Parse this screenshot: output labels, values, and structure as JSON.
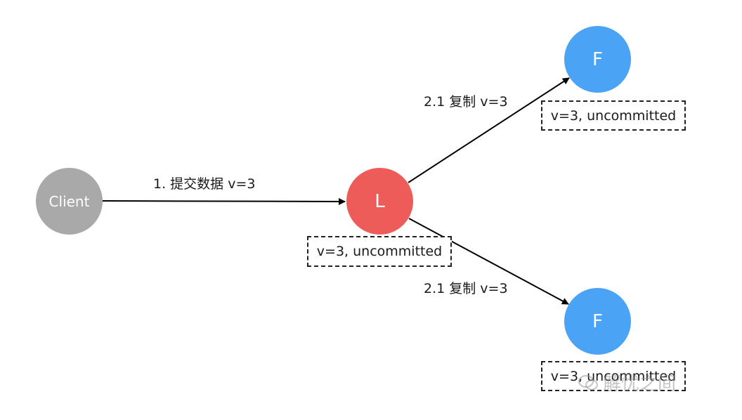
{
  "nodes": {
    "client": {
      "label": "Client",
      "color": "#a9a9a9"
    },
    "leader": {
      "label": "L",
      "color": "#ee5c59"
    },
    "follower_top": {
      "label": "F",
      "color": "#4aa3f5"
    },
    "follower_bottom": {
      "label": "F",
      "color": "#4aa3f5"
    }
  },
  "edges": {
    "client_to_leader": {
      "label": "1. 提交数据 v=3"
    },
    "leader_to_follower_top": {
      "label": "2.1 复制 v=3"
    },
    "leader_to_follower_bottom": {
      "label": "2.1 复制 v=3"
    }
  },
  "states": {
    "leader": "v=3, uncommitted",
    "follower_top": "v=3, uncommitted",
    "follower_bottom": "v=3, uncommitted"
  },
  "watermark": {
    "text": "解忧之间",
    "icon": "wechat-icon"
  }
}
